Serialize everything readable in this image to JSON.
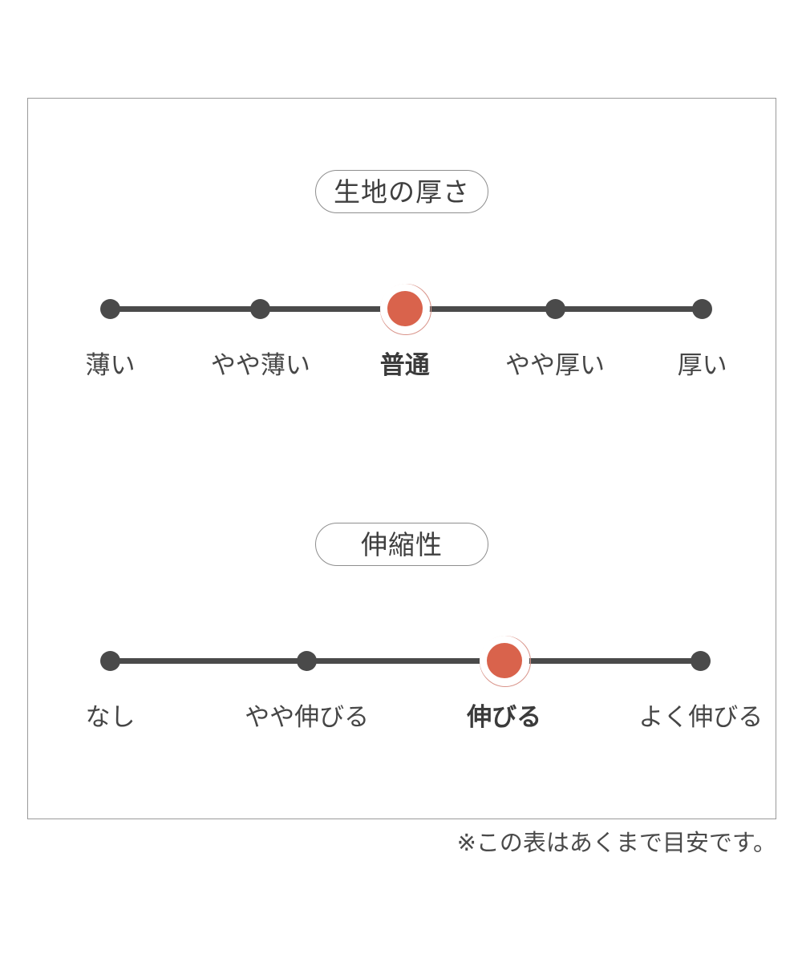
{
  "chart_data": {
    "type": "scatter",
    "title": "",
    "note": "※この表はあくまで目安です。",
    "sections": [
      {
        "title": "生地の厚さ",
        "categories": [
          "薄い",
          "やや薄い",
          "普通",
          "やや厚い",
          "厚い"
        ],
        "selected_index": 2,
        "selected_label": "普通",
        "positions_pct": [
          11.0,
          31.1,
          50.4,
          70.5,
          90.2
        ]
      },
      {
        "title": "伸縮性",
        "categories": [
          "なし",
          "やや伸びる",
          "伸びる",
          "よく伸びる"
        ],
        "selected_index": 2,
        "selected_label": "伸びる",
        "positions_pct": [
          11.0,
          37.3,
          63.7,
          90.0
        ]
      }
    ],
    "colors": {
      "accent": "#d9634c",
      "halo": "#d9948a",
      "track": "#4a4a4a",
      "dot": "#4a4a4a",
      "frame": "#9a9a9a",
      "text": "#464646",
      "background": "#ffffff"
    }
  }
}
